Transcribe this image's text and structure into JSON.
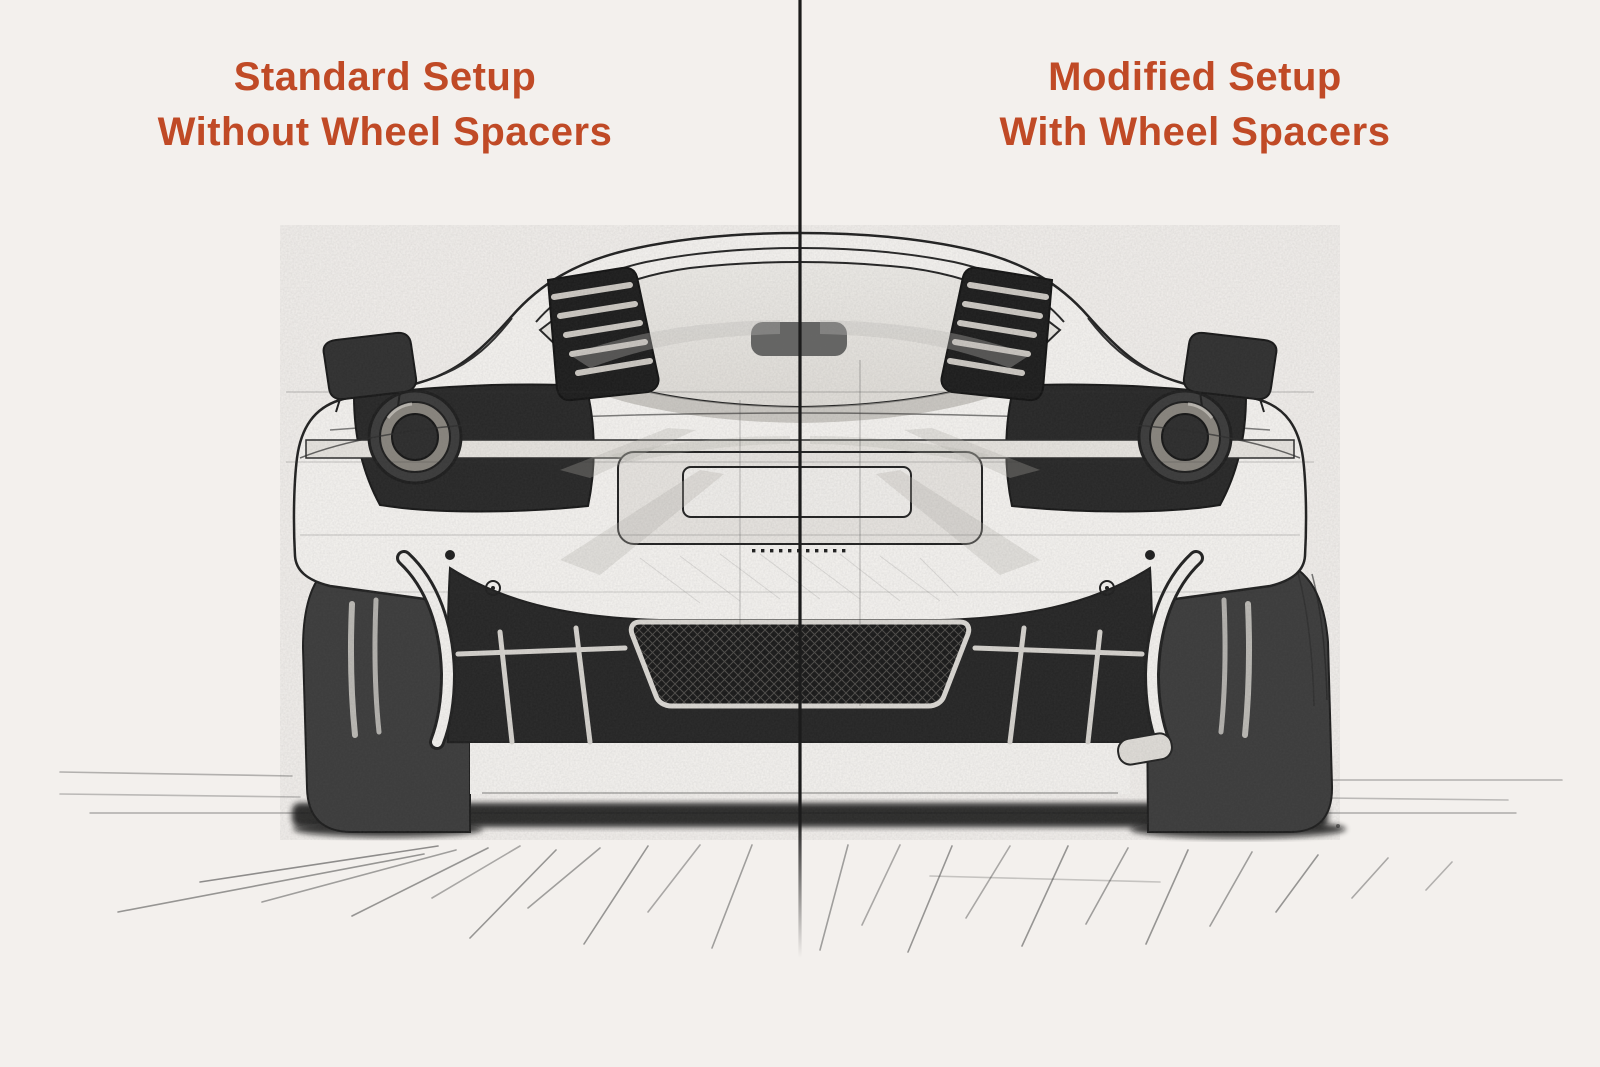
{
  "page": {
    "background_color": "#F3F0ED",
    "accent_color": "#C04A26",
    "divider_color": "#1B1B1B",
    "ink_color": "#222222"
  },
  "headings": {
    "left": {
      "line1": "Standard Setup",
      "line2": "Without Wheel Spacers"
    },
    "right": {
      "line1": "Modified Setup",
      "line2": "With Wheel Spacers"
    }
  },
  "illustration": {
    "subject": "Rear-view pencil sketch of a mid-engine sports car split by a vertical center divider line",
    "left_half": "Tire sits flush, tucked under the rear fender",
    "right_half": "Tire and wheel protrude outward beyond the rear fender"
  }
}
